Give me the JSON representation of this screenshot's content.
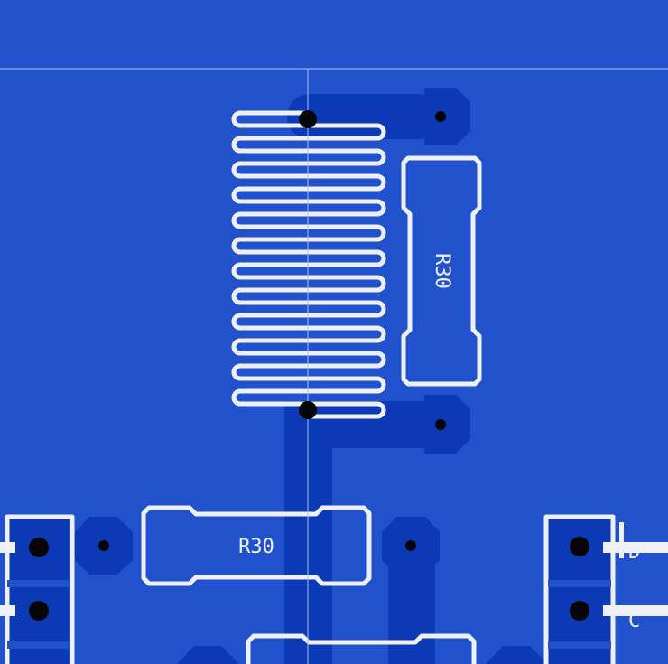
{
  "board": {
    "background_color": "#2152cb",
    "copper_color": "#0c3ab6",
    "silkscreen_color": "#eef0f6",
    "drill_color": "#050505"
  },
  "components": {
    "resistor_vertical": {
      "reference": "R30"
    },
    "resistor_horizontal": {
      "reference": "R30"
    }
  },
  "edge_labels": {
    "d": "D",
    "c": "C"
  }
}
